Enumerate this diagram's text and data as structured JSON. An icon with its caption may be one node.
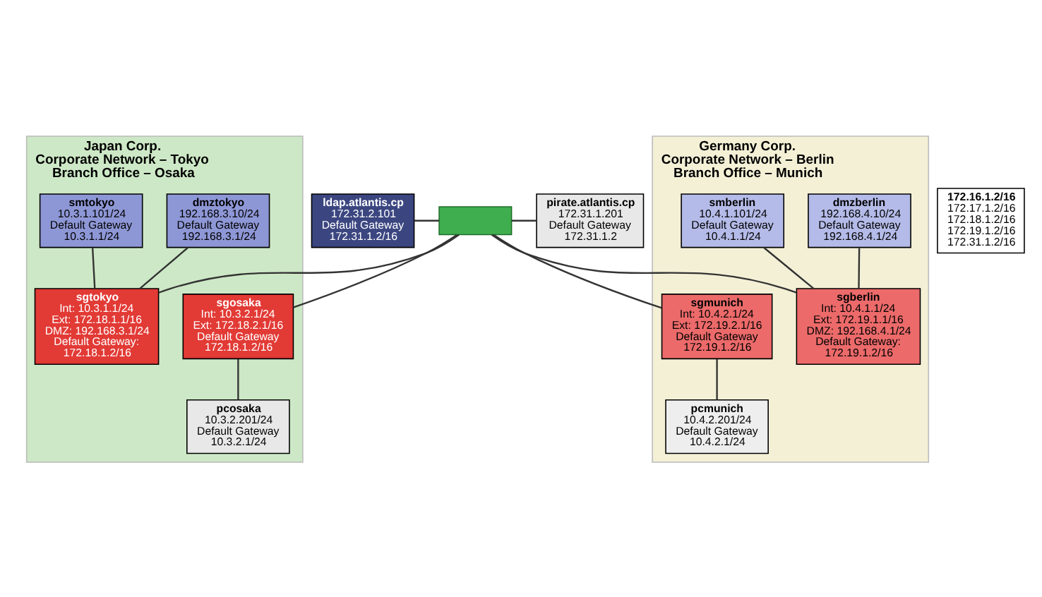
{
  "diagram": {
    "nodes": [
      {
        "text": [
          "ldap.atlantis.cp",
          "172.31.2.101",
          "Default Gateway",
          "172.31.1.2/16"
        ]
      },
      {
        "text": [],
        "shape": "box"
      },
      {
        "text": [
          "pirate.atlantis.cp",
          "172.31.1.201",
          "Default Gateway",
          "172.31.1.2"
        ]
      },
      {
        "text": [
          "172.16.1.2/16",
          "172.17.1.2/16",
          "172.18.1.2/16",
          "172.19.1.2/16",
          "172.31.1.2/16"
        ]
      },
      {
        "text": [
          "Japan Corp.",
          "Corporate Network – Tokyo",
          "Branch Office – Osaka"
        ]
      },
      {
        "text": [
          "dmztokyo",
          "192.168.3.10/24",
          "Default Gateway",
          "192.168.3.1/24"
        ],
        "in": 4
      },
      {
        "text": [
          "smtokyo",
          "10.3.1.101/24",
          "Default Gateway",
          "10.3.1.1/24"
        ],
        "in": 4
      },
      {
        "text": [
          "sgtokyo",
          "Int: 10.3.1.1/24",
          "Ext: 172.18.1.1/16",
          "DMZ: 192.168.3.1/24",
          "Default Gateway:",
          "172.18.1.2/16"
        ],
        "in": 4
      },
      {
        "text": [
          "sgosaka",
          "Int: 10.3.2.1/24",
          "Ext: 172.18.2.1/16",
          "Default Gateway",
          "172.18.1.2/16"
        ],
        "in": 4
      },
      {
        "text": [
          "pcosaka",
          "10.3.2.201/24",
          "Default Gateway",
          "10.3.2.1/24"
        ],
        "in": 4
      },
      {
        "text": [
          "Germany Corp.",
          "Corporate Network – Berlin",
          "Branch Office – Munich"
        ]
      },
      {
        "text": [
          "dmzberlin",
          "192.168.4.10/24",
          "Default Gateway",
          "192.168.4.1/24"
        ],
        "in": 10
      },
      {
        "text": [
          "smberlin",
          "10.4.1.101/24",
          "Default Gateway",
          "10.4.1.1/24"
        ],
        "in": 10
      },
      {
        "text": [
          "sgberlin",
          "Int: 10.4.1.1/24",
          "Ext: 172.19.1.1/16",
          "DMZ: 192.168.4.1/24",
          "Default Gateway:",
          "172.19.1.2/16"
        ],
        "in": 10
      },
      {
        "text": [
          "sgmunich",
          "Int: 10.4.2.1/24",
          "Ext: 172.19.2.1/16",
          "Default Gateway",
          "172.19.1.2/16"
        ],
        "in": 10
      },
      {
        "text": [
          "pcmunich",
          "10.4.2.201/24",
          "Default Gateway",
          "10.4.2.1/24"
        ],
        "in": 10
      }
    ],
    "edges": [
      {
        "from": 0,
        "to": 1,
        "arrow": "none"
      },
      {
        "from": 1,
        "to": 2,
        "arrow": "none"
      },
      {
        "from": 1,
        "to": 7,
        "arrow": "none"
      },
      {
        "from": 1,
        "to": 8,
        "arrow": "none"
      },
      {
        "from": 1,
        "to": 13,
        "arrow": "none"
      },
      {
        "from": 1,
        "to": 14,
        "arrow": "none"
      },
      {
        "from": 5,
        "to": 7,
        "arrow": "none"
      },
      {
        "from": 6,
        "to": 7,
        "arrow": "none"
      },
      {
        "from": 8,
        "to": 9,
        "arrow": "none"
      },
      {
        "from": 11,
        "to": 13,
        "arrow": "none"
      },
      {
        "from": 12,
        "to": 13,
        "arrow": "none"
      },
      {
        "from": 14,
        "to": 15,
        "arrow": "none"
      }
    ]
  }
}
